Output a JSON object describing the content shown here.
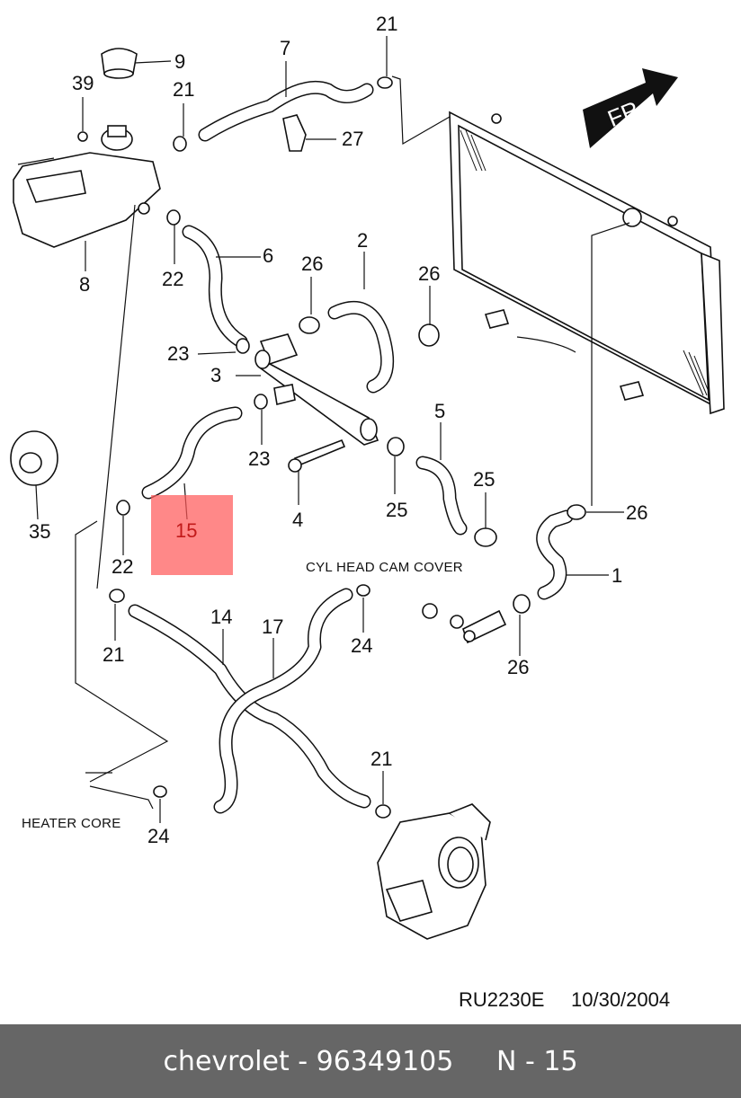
{
  "diagram": {
    "callouts": {
      "c1": "1",
      "c2": "2",
      "c3": "3",
      "c4": "4",
      "c5": "5",
      "c6": "6",
      "c7": "7",
      "c8": "8",
      "c9": "9",
      "c14": "14",
      "c15": "15",
      "c17": "17",
      "c21a": "21",
      "c21b": "21",
      "c21c": "21",
      "c21d": "21",
      "c22a": "22",
      "c22b": "22",
      "c23a": "23",
      "c23b": "23",
      "c24a": "24",
      "c24b": "24",
      "c25a": "25",
      "c25b": "25",
      "c26a": "26",
      "c26b": "26",
      "c26c": "26",
      "c26d": "26",
      "c27": "27",
      "c35": "35",
      "c39": "39"
    },
    "notes": {
      "cam_cover": "CYL HEAD CAM COVER",
      "heater_core": "HEATER  CORE",
      "front_arrow": "FR"
    },
    "drawing_code": "RU2230E",
    "date": "10/30/2004",
    "highlight_color": "#ff5a5a"
  },
  "footer": {
    "brand": "chevrolet",
    "part_number": "96349105",
    "position": "N - 15"
  }
}
